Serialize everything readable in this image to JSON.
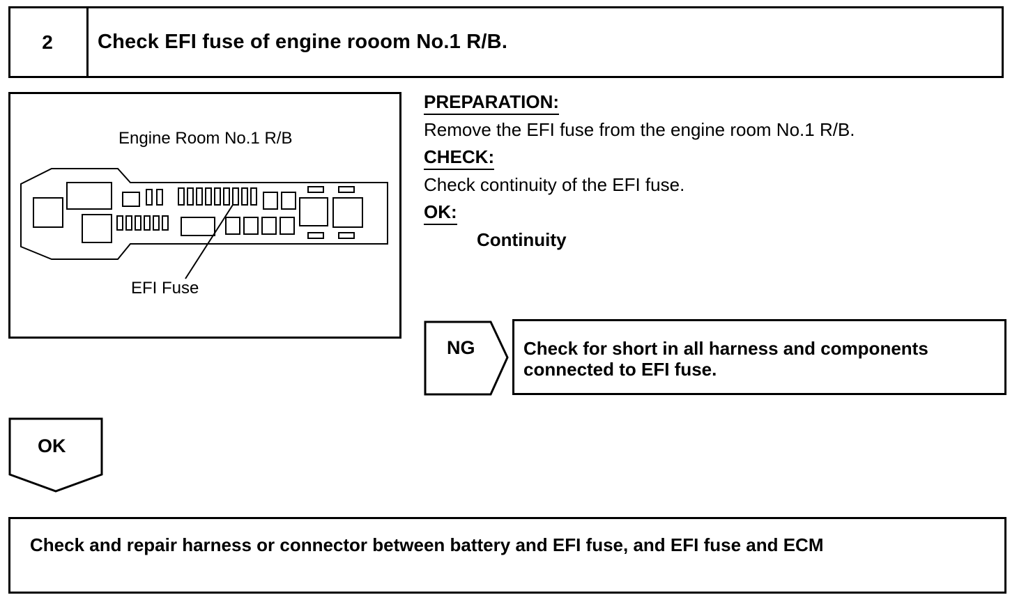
{
  "header": {
    "step_number": "2",
    "title": "Check EFI fuse of engine rooom No.1 R/B."
  },
  "figure": {
    "title": "Engine Room No.1 R/B",
    "callout": "EFI Fuse"
  },
  "preparation": {
    "heading": "PREPARATION:",
    "text": "Remove the EFI fuse from the engine room No.1 R/B."
  },
  "check": {
    "heading": "CHECK:",
    "text": "Check continuity of the EFI fuse."
  },
  "ok": {
    "heading": "OK:",
    "result": "Continuity"
  },
  "ng_branch": {
    "label": "NG",
    "line1": "Check for short in all harness and components",
    "line2": "connected to EFI fuse."
  },
  "ok_branch": {
    "label": "OK"
  },
  "final_step": {
    "text": "Check and repair harness or connector between battery and EFI fuse, and EFI fuse and ECM"
  }
}
